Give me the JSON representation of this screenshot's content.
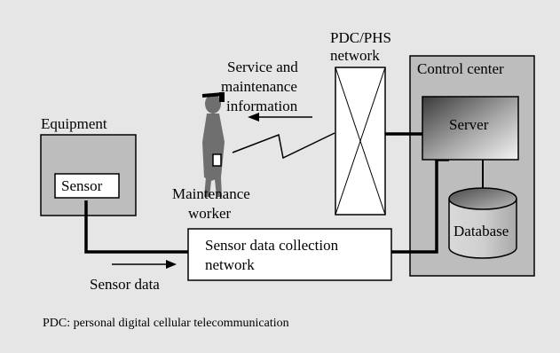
{
  "colors": {
    "background": "#e6e6e6",
    "panel": "#bdbdbd",
    "box": "#ffffff",
    "line": "#000000",
    "server_dark": "#4a4a4a",
    "server_light": "#f2f2f2",
    "worker": "#6f6f6f"
  },
  "labels": {
    "pdc_phs_line1": "PDC/PHS",
    "pdc_phs_line2": "network",
    "control_center": "Control center",
    "server": "Server",
    "database": "Database",
    "service_line1": "Service and",
    "service_line2": "maintenance",
    "service_line3": "information",
    "equipment": "Equipment",
    "sensor": "Sensor",
    "worker_line1": "Maintenance",
    "worker_line2": "worker",
    "collection_line1": "Sensor data collection",
    "collection_line2": "network",
    "sensor_data": "Sensor data",
    "footnote": "PDC: personal digital cellular telecommunication"
  },
  "icons": {
    "worker": "maintenance-worker-icon",
    "wireless": "lightning-link-icon",
    "database": "database-cylinder-icon"
  }
}
